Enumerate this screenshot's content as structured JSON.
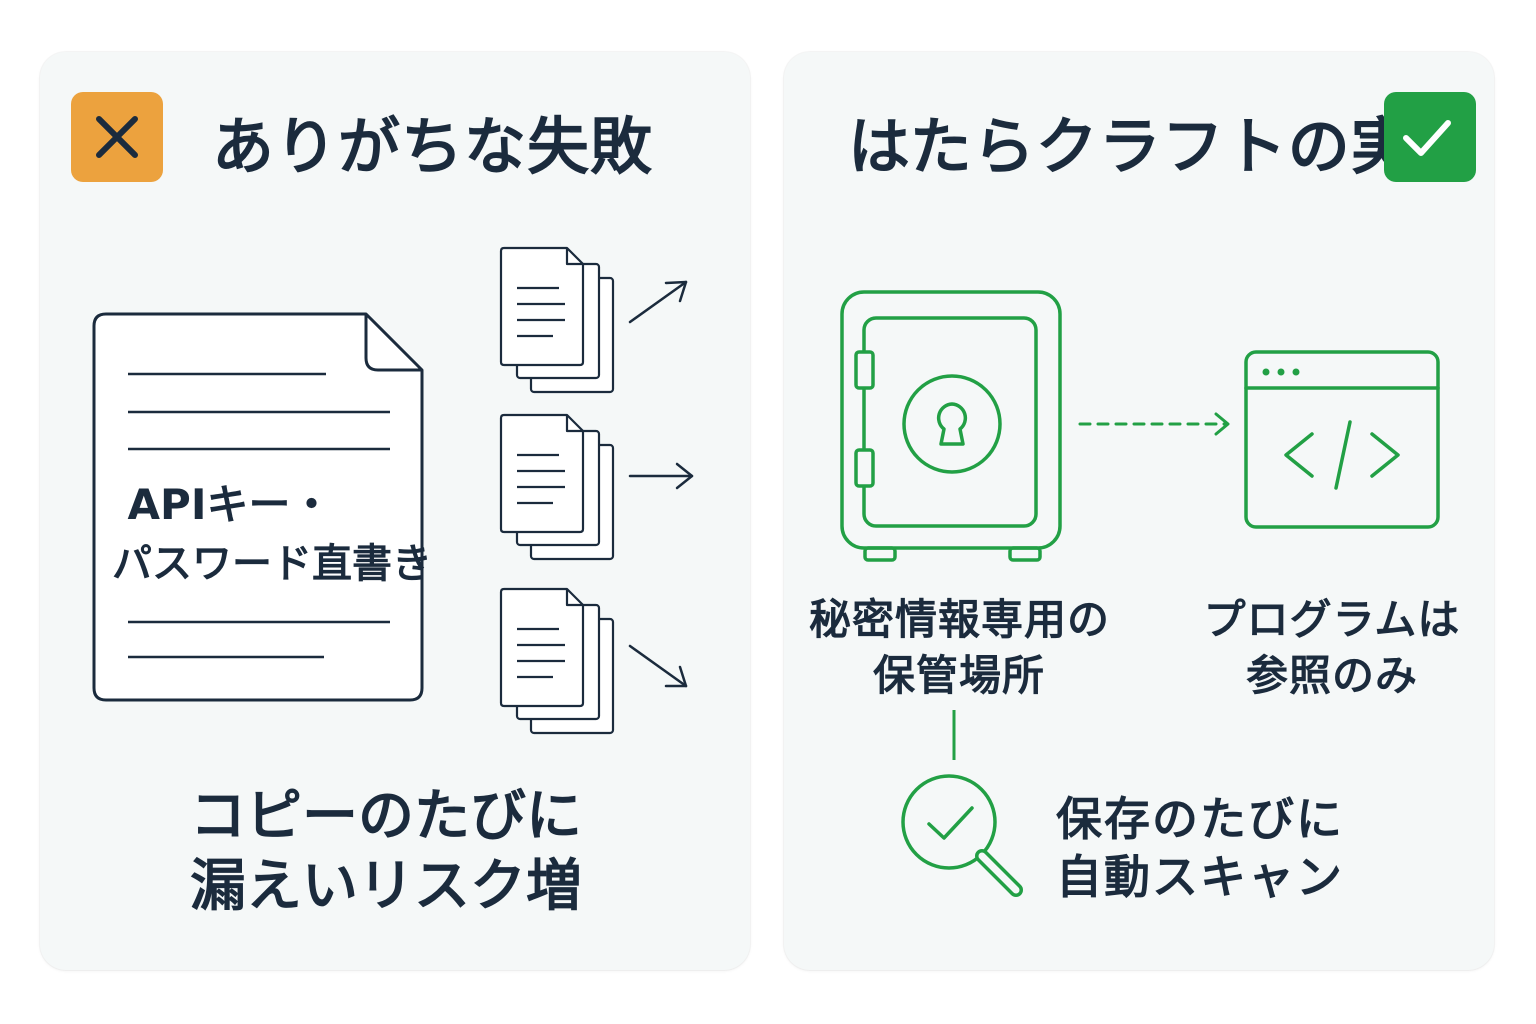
{
  "left_panel": {
    "title": "ありがちな失敗",
    "badge_icon": "x-mark-icon",
    "badge_color": "#eca23e",
    "document_label_line1": "APIキー・",
    "document_label_line2": "パスワード直書き",
    "caption_line1": "コピーのたびに",
    "caption_line2": "漏えいリスク増"
  },
  "right_panel": {
    "title": "はたらクラフトの実践",
    "badge_icon": "check-mark-icon",
    "badge_color": "#22a045",
    "vault_label_line1": "秘密情報専用の",
    "vault_label_line2": "保管場所",
    "program_label_line1": "プログラムは",
    "program_label_line2": "参照のみ",
    "scan_label_line1": "保存のたびに",
    "scan_label_line2": "自動スキャン",
    "icons": [
      "safe-icon",
      "code-window-icon",
      "magnifier-check-icon"
    ],
    "accent_color": "#22a045"
  },
  "text_color": "#1b2b3d"
}
